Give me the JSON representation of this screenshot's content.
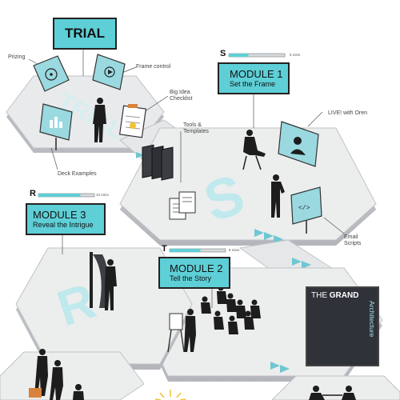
{
  "trial": {
    "title": "TRIAL"
  },
  "trial_labels": {
    "prizing": "Prizing",
    "frame_control": "Frame control",
    "big_idea": "Big Idea\nChecklist",
    "deck_examples": "Deck Examples",
    "tools": "Tools &\nTemplates"
  },
  "module1": {
    "letter": "S",
    "title": "MODULE 1",
    "subtitle": "Set the Frame",
    "duration": "5 mins",
    "progress": 0.35
  },
  "module2": {
    "letter": "T",
    "title": "MODULE 2",
    "subtitle": "Tell the Story",
    "duration": "8 mins",
    "progress": 0.55
  },
  "module3": {
    "letter": "R",
    "title": "MODULE 3",
    "subtitle": "Reveal the Intrigue",
    "duration": "10 mins",
    "progress": 0.75
  },
  "module1_labels": {
    "live": "LIVE! with Oren",
    "email": "Email\nScripts"
  },
  "grand": {
    "the": "THE",
    "grand": "GRAND",
    "architecture": "Architecture"
  },
  "floor_letters": {
    "trial_word": "TRIAL",
    "s": "S",
    "r": "R"
  },
  "colors": {
    "accent": "#5ecfd6",
    "floor": "#e8e9eb",
    "dark": "#222222"
  }
}
